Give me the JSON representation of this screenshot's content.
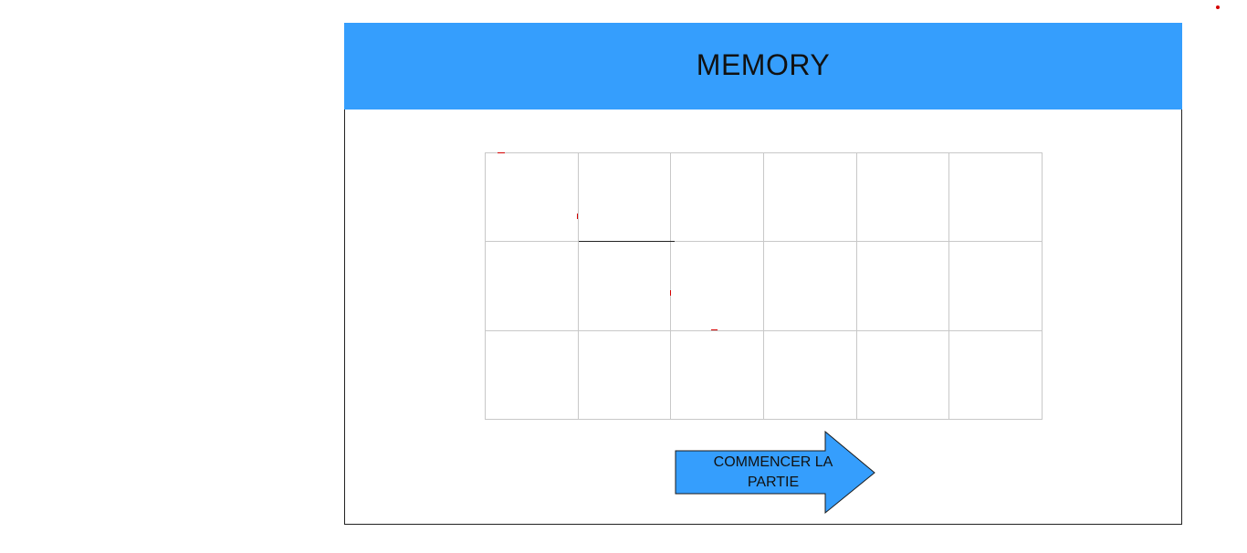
{
  "game": {
    "title": "MEMORY",
    "start_button_label": "COMMENCER LA PARTIE",
    "grid": {
      "rows": 3,
      "columns": 6
    }
  },
  "colors": {
    "header": "#359efd",
    "button": "#359efd",
    "grid_lines": "#c8c8c8",
    "accent_marks": "#d40000"
  }
}
